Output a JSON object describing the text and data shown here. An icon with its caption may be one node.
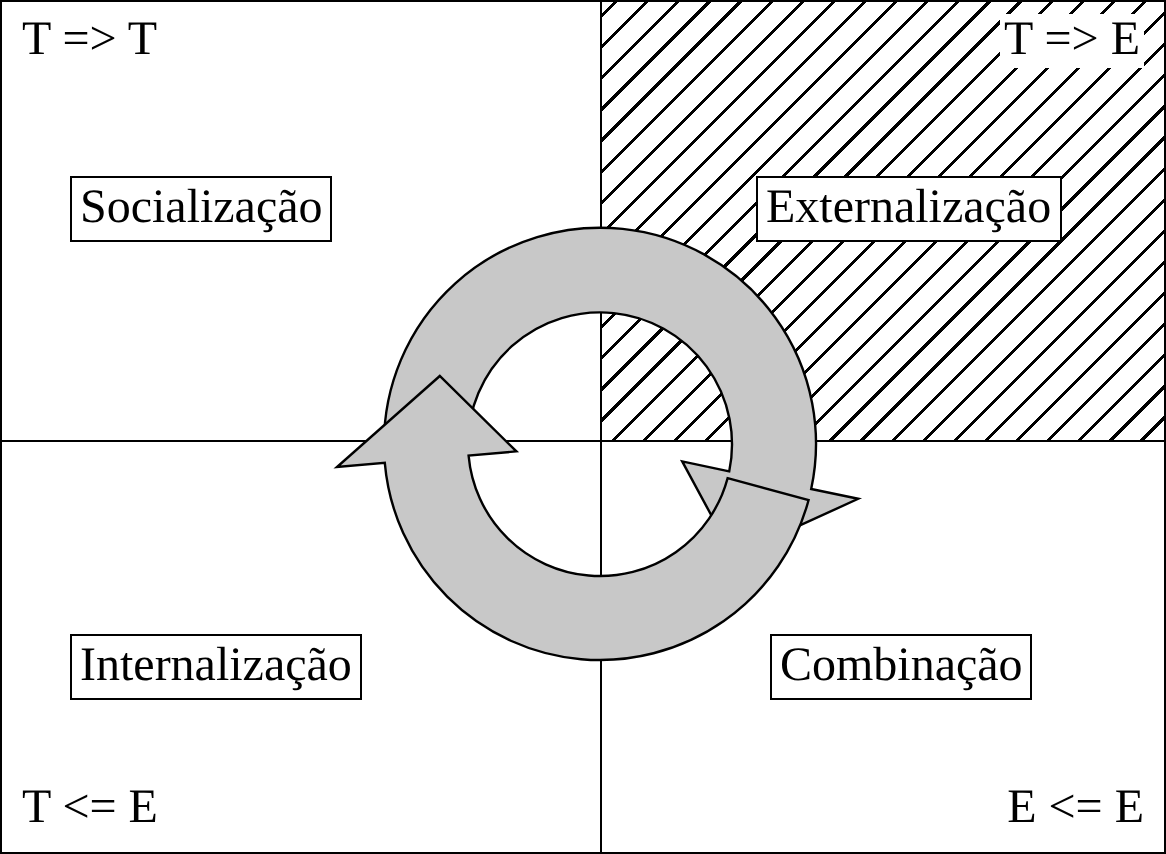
{
  "diagram": {
    "nodes": [
      {
        "text": [
          "T => T"
        ]
      },
      {
        "text": [
          "Socialização"
        ],
        "in": 0
      },
      {
        "text": [
          "T => E"
        ]
      },
      {
        "text": [
          "Externalização"
        ],
        "in": 2
      },
      {
        "text": [
          "T <= E"
        ]
      },
      {
        "text": [
          "Internalização"
        ],
        "in": 4
      },
      {
        "text": [
          "E <= E"
        ]
      },
      {
        "text": [
          "Combinação"
        ],
        "in": 6
      }
    ]
  }
}
